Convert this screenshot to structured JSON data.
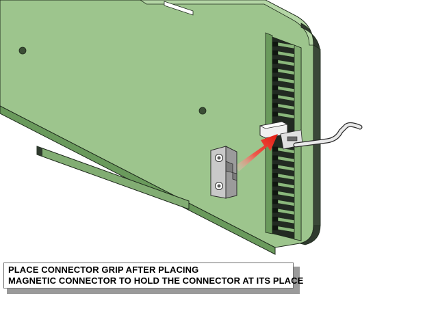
{
  "caption": {
    "line1": "PLACE CONNECTOR GRIP AFTER PLACING",
    "line2": "MAGNETIC CONNECTOR TO HOLD THE CONNECTOR AT ITS PLACE"
  },
  "colors": {
    "board_face": "#9dc58d",
    "board_shade": "#82ad73",
    "board_side": "#6a9a5c",
    "board_dark": "#2f3a2e",
    "outline": "#1e2a1c",
    "connector_slots": "#222a22",
    "grip_face": "#c9c9c9",
    "grip_side": "#9b9b9b",
    "arrow": "#e82218",
    "wire": "#e9e9e9"
  },
  "icons": {
    "arrow": "insert-direction-arrow",
    "grip": "connector-grip",
    "wire": "connector-wire"
  }
}
